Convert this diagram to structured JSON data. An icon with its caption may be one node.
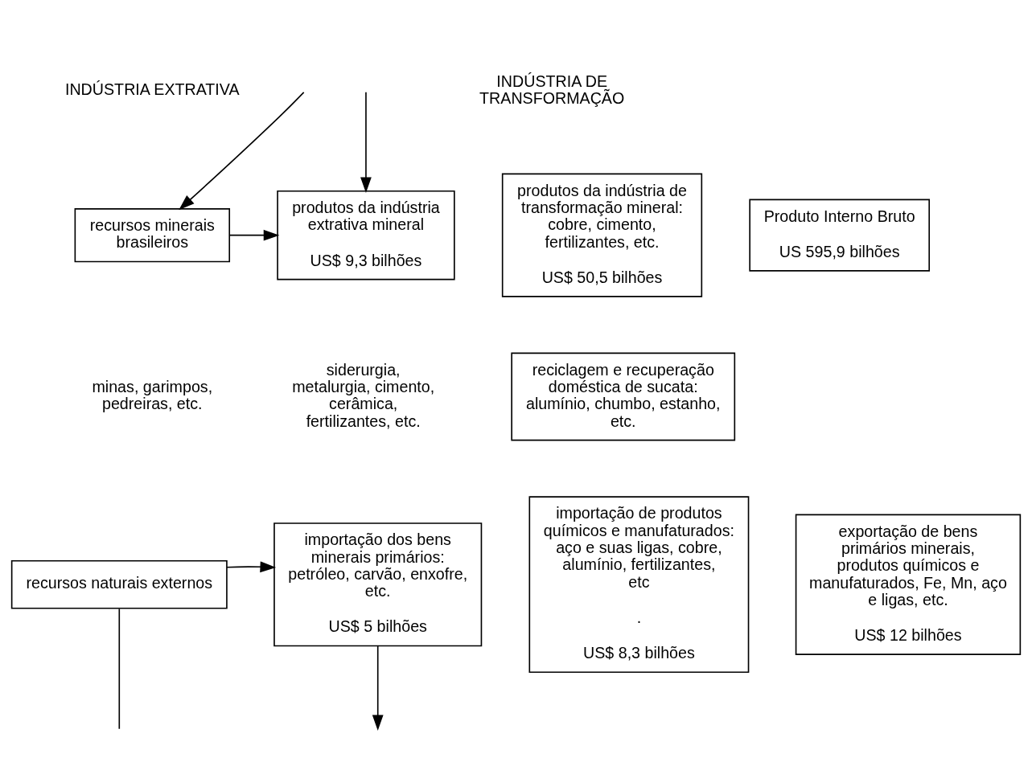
{
  "diagram": {
    "nodes": [
      {
        "text": [
          "recursos minerais brasileiros"
        ]
      },
      {
        "text": [
          "produtos da indústria extrativa mineral",
          "US$ 9,3 bilhões"
        ]
      },
      {
        "text": [
          "produtos da indústria de transformação mineral: cobre, cimento, fertilizantes, etc.",
          "US$ 50,5 bilhões"
        ]
      },
      {
        "text": [
          "Produto Interno Bruto",
          "US 595,9 bilhões"
        ]
      },
      {
        "text": [
          "reciclagem e recuperação doméstica de sucata: alumínio, chumbo, estanho, etc."
        ]
      },
      {
        "text": [
          "importação dos bens minerais primários: petróleo, carvão, enxofre, etc.",
          "US$ 5 bilhões"
        ]
      },
      {
        "text": [
          "importação de produtos químicos e manufaturados: aço e suas ligas, cobre, alumínio, fertilizantes, etc",
          ".",
          "US$ 8,3 bilhões"
        ]
      },
      {
        "text": [
          "exportação de bens primários minerais, produtos químicos e manufaturados, Fe, Mn, aço e ligas, etc.",
          "US$ 12 bilhões"
        ]
      },
      {
        "text": [
          "recursos naturais externos"
        ]
      }
    ],
    "edges": [
      {
        "from": 0,
        "to": 1,
        "arrow": "to"
      },
      {
        "from": null,
        "to": 0,
        "arrow": "to"
      },
      {
        "from": null,
        "to": 1,
        "arrow": "to"
      },
      {
        "from": 8,
        "to": 5,
        "arrow": "to"
      },
      {
        "from": 5,
        "to": null,
        "arrow": "to"
      },
      {
        "from": 8,
        "to": null,
        "arrow": "none"
      }
    ],
    "labels": [
      "INDÚSTRIA EXTRATIVA",
      "INDÚSTRIA DE TRANSFORMAÇÃO",
      "minas, garimpos, pedreiras, etc.",
      "siderurgia, metalurgia, cimento, cerâmica, fertilizantes, etc."
    ]
  }
}
